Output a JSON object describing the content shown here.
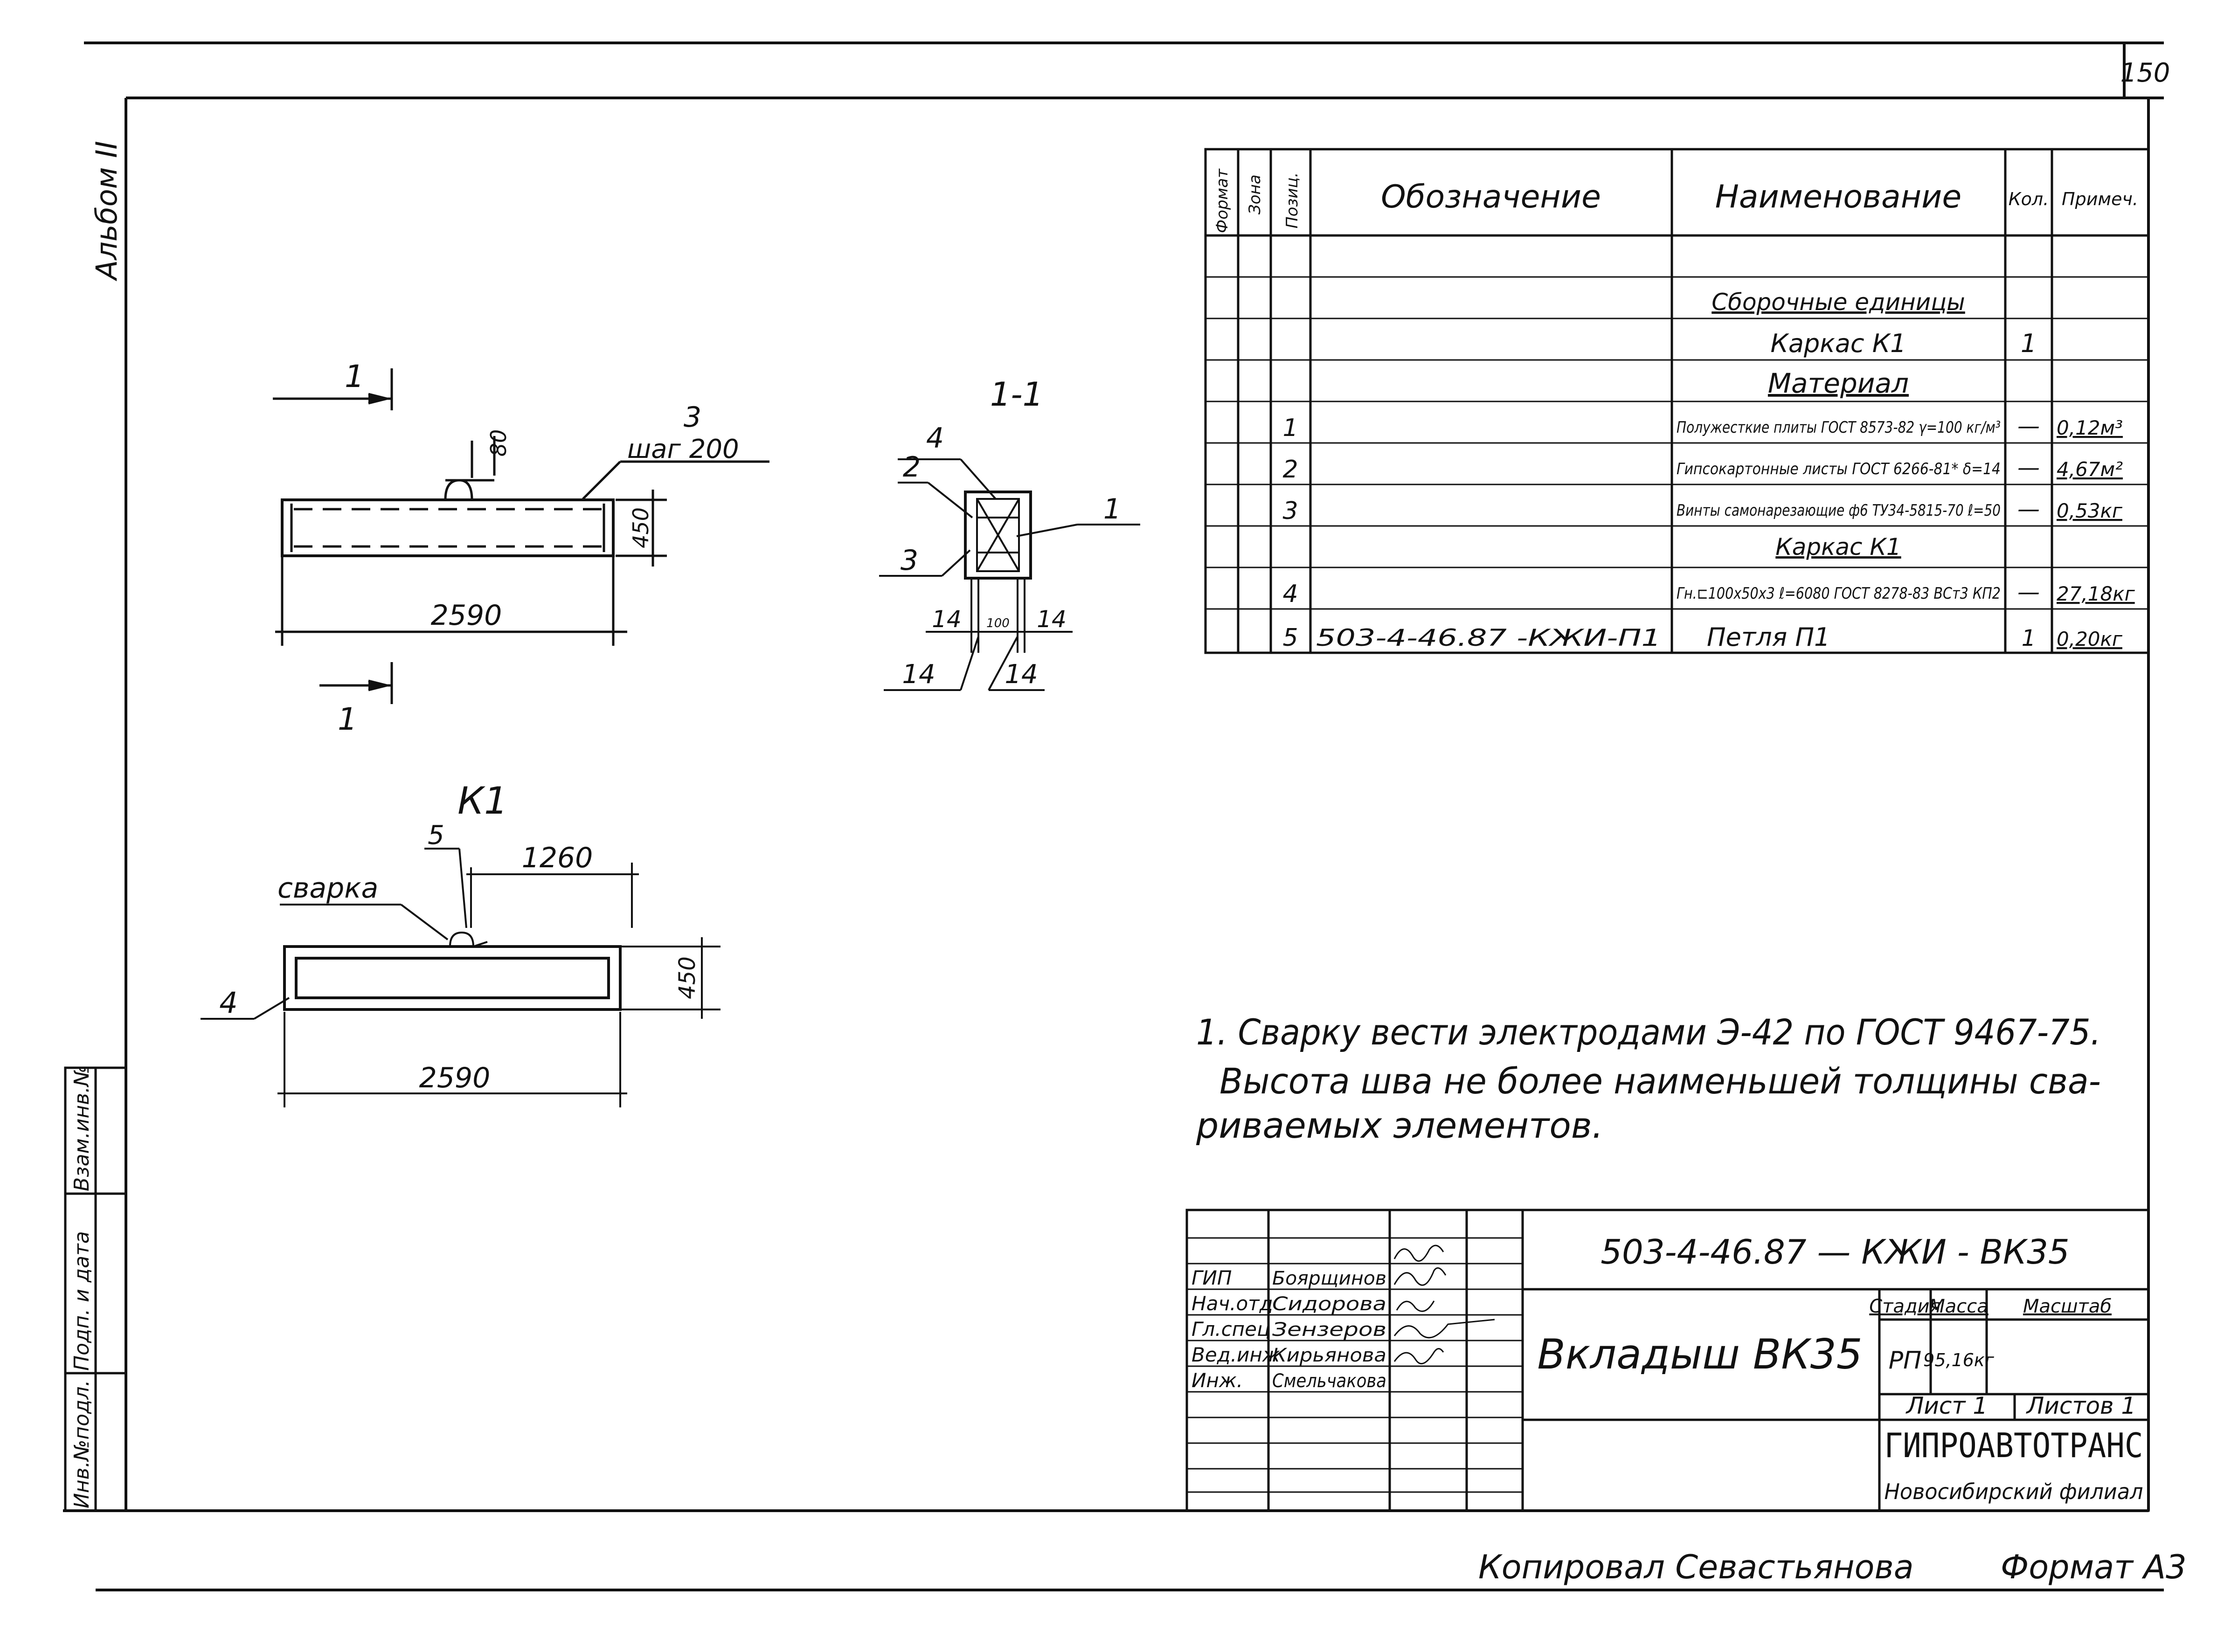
{
  "sheet": {
    "page_number": "150",
    "album_label": "Альбом II",
    "format_label": "Формат А3",
    "copied_by": "Копировал Севастьянова"
  },
  "margin_stamp": {
    "cells": [
      "Инв.№подл.",
      "Подп. и дата",
      "Взам.инв.№"
    ]
  },
  "spec_table": {
    "headers": {
      "format": "Формат",
      "zone": "Зона",
      "position": "Позиц.",
      "designation": "Обозначение",
      "name": "Наименование",
      "qty": "Кол.",
      "note": "Примеч."
    },
    "rows": [
      {
        "pos": "",
        "designation": "",
        "name": "",
        "qty": "",
        "note": ""
      },
      {
        "pos": "",
        "designation": "",
        "name": "Сборочные единицы",
        "qty": "",
        "note": ""
      },
      {
        "pos": "",
        "designation": "",
        "name": "Каркас К1",
        "qty": "1",
        "note": ""
      },
      {
        "pos": "",
        "designation": "",
        "name": "Материал",
        "qty": "",
        "note": ""
      },
      {
        "pos": "1",
        "designation": "",
        "name": "Полужесткие плиты ГОСТ 8573-82 γ=100 кг/м³",
        "qty": "—",
        "note": "0,12м³"
      },
      {
        "pos": "2",
        "designation": "",
        "name": "Гипсокартонные листы ГОСТ 6266-81* δ=14",
        "qty": "—",
        "note": "4,67м²"
      },
      {
        "pos": "3",
        "designation": "",
        "name": "Винты самонарезающие ф6 ТУ34-5815-70 ℓ=50",
        "qty": "—",
        "note": "0,53кг"
      },
      {
        "pos": "",
        "designation": "",
        "name": "Каркас К1",
        "qty": "",
        "note": ""
      },
      {
        "pos": "4",
        "designation": "",
        "name": "Гн.⊏100х50х3 ℓ=6080 ГОСТ 8278-83 ВСт3 КП2",
        "qty": "—",
        "note": "27,18кг"
      },
      {
        "pos": "5",
        "designation": "503-4-46.87 -КЖИ-П1",
        "name": "Петля П1",
        "qty": "1",
        "note": "0,20кг"
      }
    ]
  },
  "drawings": {
    "plan": {
      "cut_label_top": "1",
      "cut_label_bottom": "1",
      "dim_length": "2590",
      "dim_height": "450",
      "dim_80": "80",
      "callout_3": "3",
      "callout_step": "шаг 200"
    },
    "section": {
      "title": "1-1",
      "callout_4": "4",
      "callout_2": "2",
      "callout_3": "3",
      "callout_1": "1",
      "dim_14_left": "14",
      "dim_100": "100",
      "dim_14_right": "14",
      "dim_14_bl": "14",
      "dim_14_br": "14"
    },
    "k1": {
      "title": "К1",
      "callout_5": "5",
      "callout_weld": "сварка",
      "callout_4": "4",
      "dim_1260": "1260",
      "dim_height": "450",
      "dim_length": "2590"
    }
  },
  "notes": {
    "line1": "1. Сварку вести электродами Э-42 по ГОСТ 9467-75.",
    "line2": "Высота шва не более наименьшей толщины сва-",
    "line3": "риваемых элементов."
  },
  "title_block": {
    "code": "503-4-46.87 — КЖИ - ВК35",
    "title": "Вкладыш ВК35",
    "roles": [
      "ГИП",
      "Нач.отд",
      "Гл.спец",
      "Вед.инж",
      "Инж."
    ],
    "names": [
      "Боярщинов",
      "Сидорова",
      "Зензеров",
      "Кирьянова",
      "Смельчакова"
    ],
    "stage_label": "Стадия",
    "mass_label": "Масса",
    "scale_label": "Масштаб",
    "stage_value": "РП",
    "mass_value": "95,16кг",
    "sheet_label": "Лист 1",
    "sheets_label": "Листов 1",
    "org_name": "ГИПРОАВТОТРАНС",
    "org_branch": "Новосибирский филиал"
  }
}
